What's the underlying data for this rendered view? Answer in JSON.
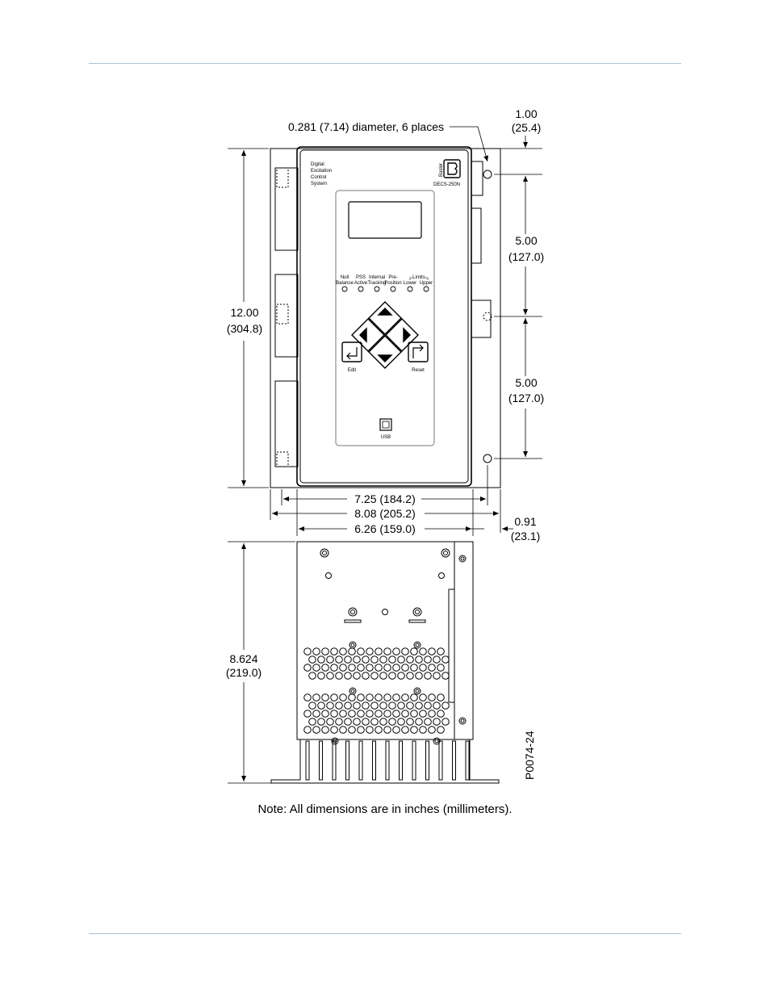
{
  "dimensions": {
    "hole_callout": "0.281 (7.14) diameter, 6 places",
    "top_offset_in": "1.00",
    "top_offset_mm": "(25.4)",
    "height_in": "12.00",
    "height_mm": "(304.8)",
    "spacing1_in": "5.00",
    "spacing1_mm": "(127.0)",
    "spacing2_in": "5.00",
    "spacing2_mm": "(127.0)",
    "hole_span": "7.25 (184.2)",
    "overall_width": "8.08 (205.2)",
    "base_width": "6.26 (159.0)",
    "right_offset_in": "0.91",
    "right_offset_mm": "(23.1)",
    "depth_in": "8.624",
    "depth_mm": "(219.0)",
    "figure_id": "P0074-24"
  },
  "front_panel": {
    "title_lines": [
      "Digital",
      "Excitation",
      "Control",
      "System"
    ],
    "brand": "Basler",
    "model": "DECS-250N",
    "leds": [
      {
        "line1": "Null",
        "line2": "Balance"
      },
      {
        "line1": "PSS",
        "line2": "Active"
      },
      {
        "line1": "Internal",
        "line2": "Tracking"
      },
      {
        "line1": "Pre-",
        "line2": "Position"
      },
      {
        "line1": "",
        "line2": "Lower"
      },
      {
        "line1": "",
        "line2": "Upper"
      }
    ],
    "limits_label": "Limits",
    "edit_label": "Edit",
    "reset_label": "Reset",
    "usb_label": "USB"
  },
  "note": "Note: All dimensions are in inches (millimeters)."
}
